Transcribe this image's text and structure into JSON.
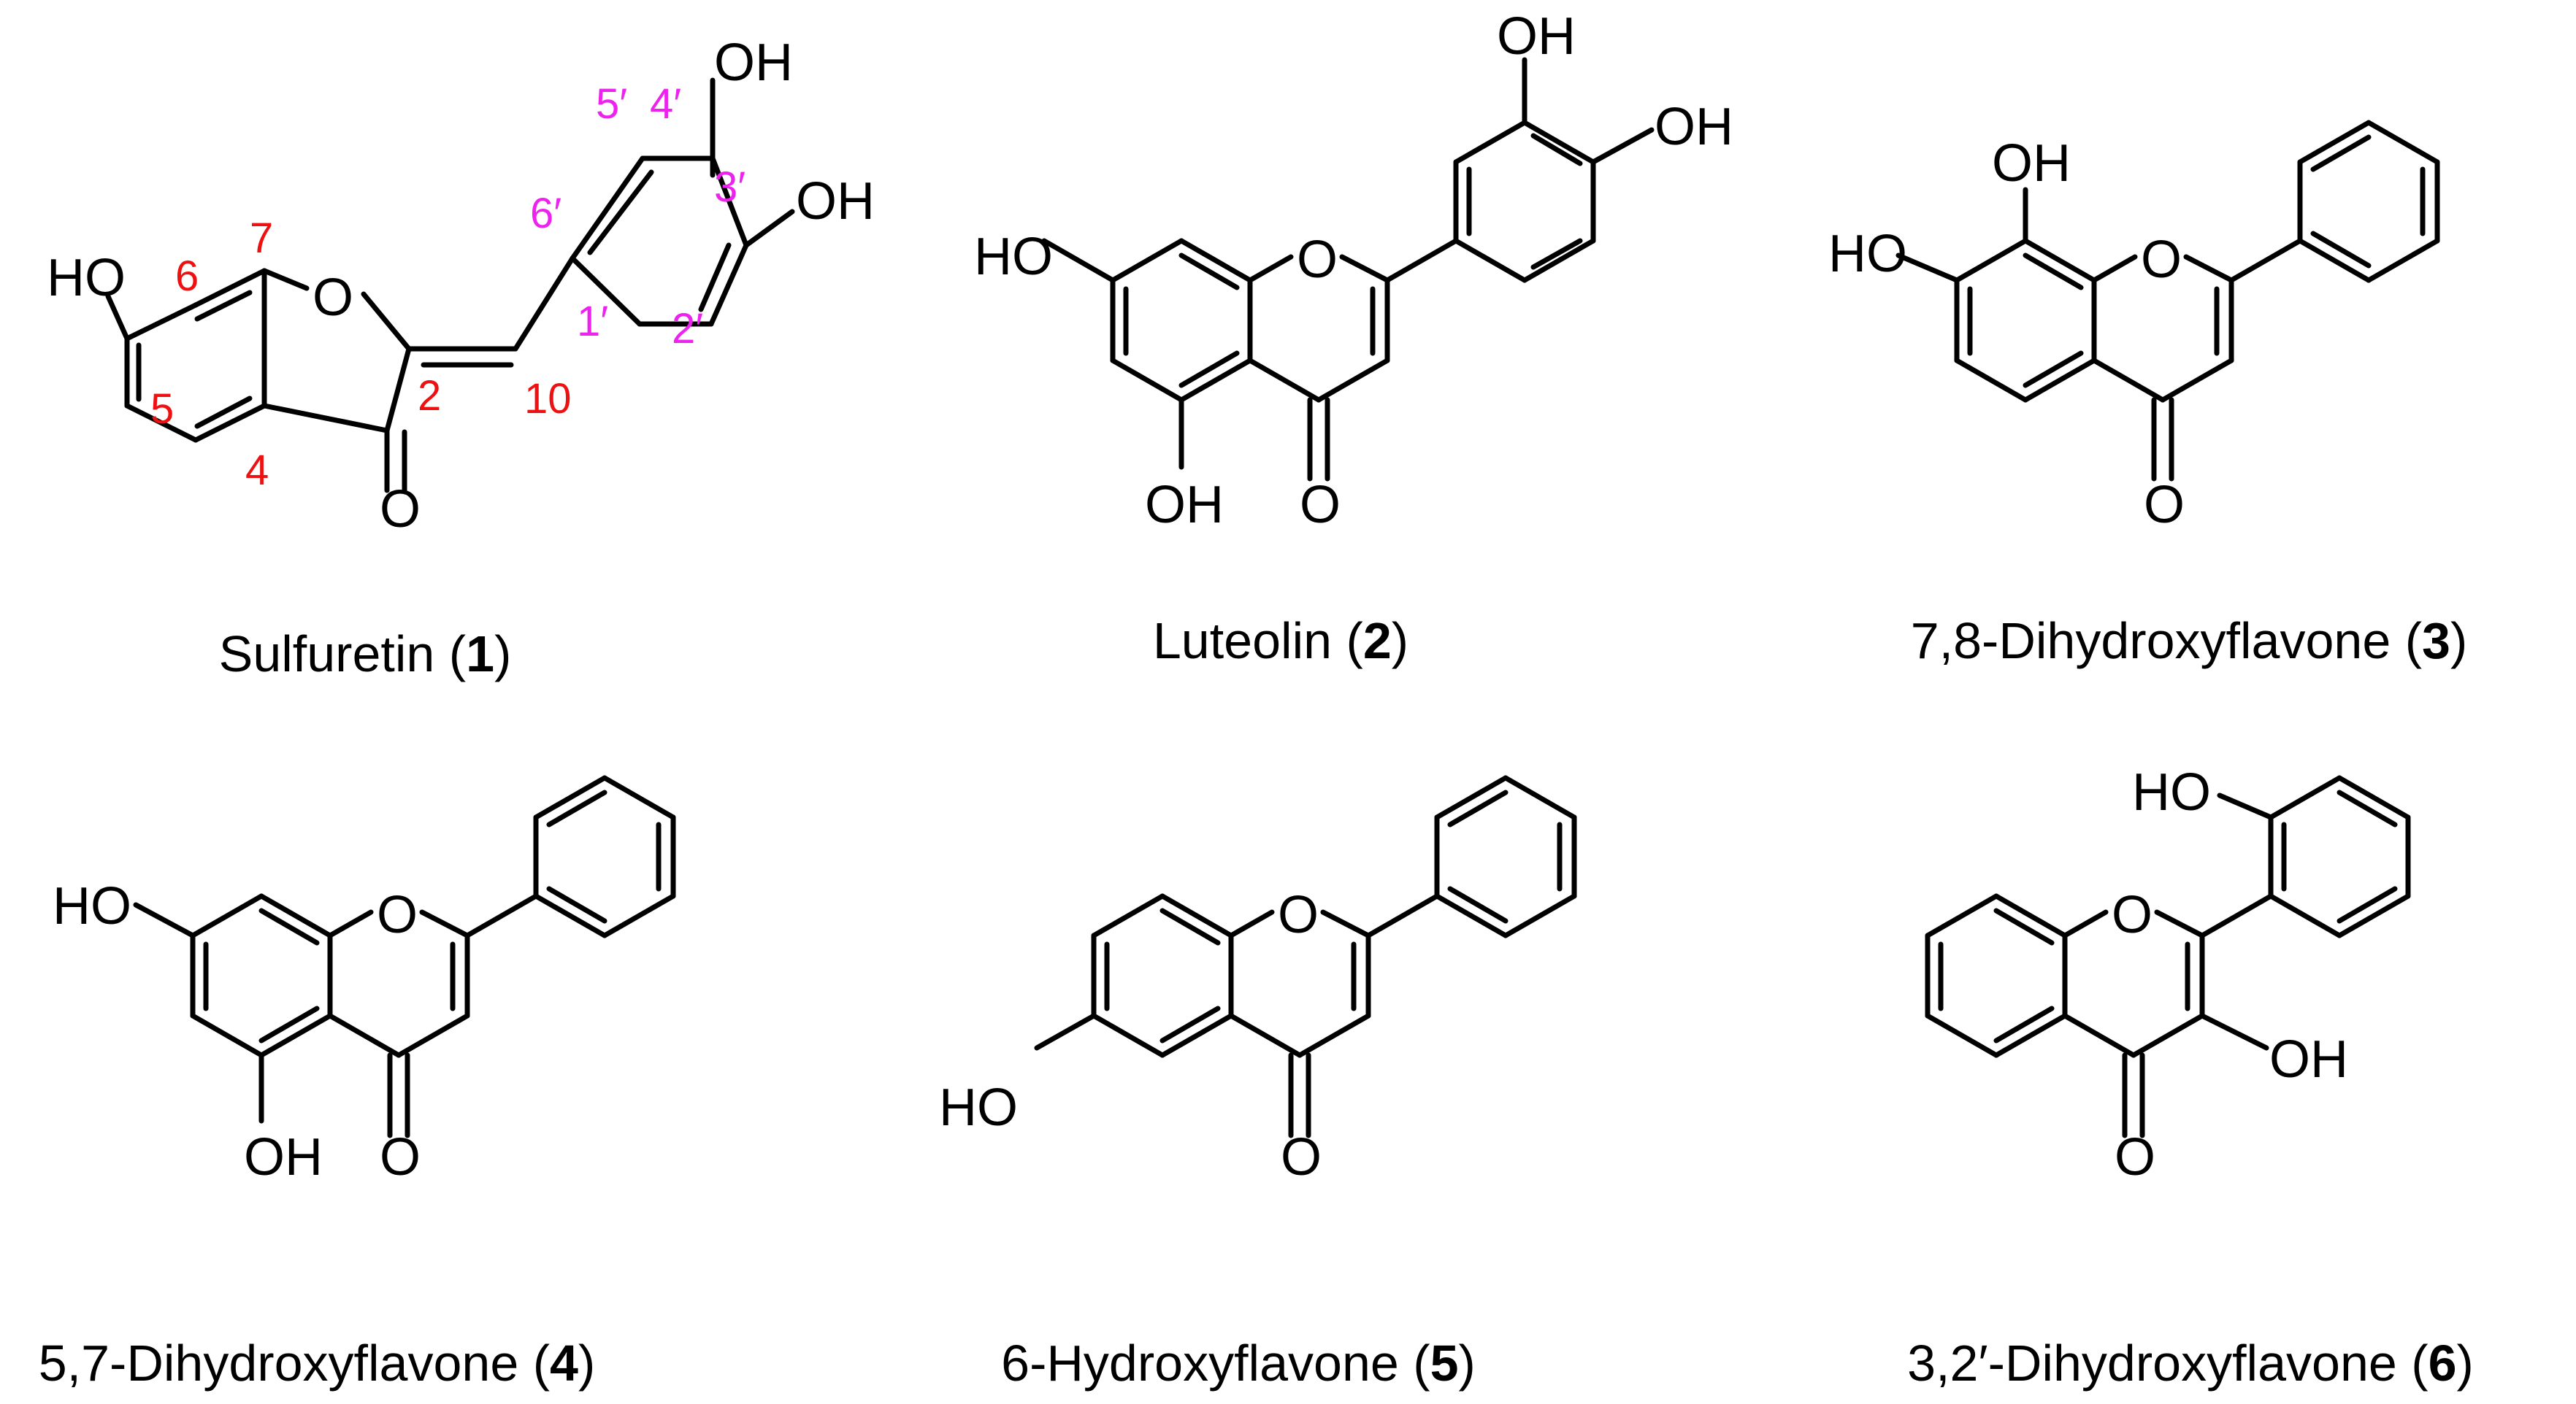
{
  "compounds": [
    {
      "name": "Sulfuretin",
      "number": "1"
    },
    {
      "name": "Luteolin",
      "number": "2"
    },
    {
      "name": "7,8-Dihydroxyflavone",
      "number": "3"
    },
    {
      "name": "5,7-Dihydroxyflavone",
      "number": "4"
    },
    {
      "name": "6-Hydroxyflavone",
      "number": "5"
    },
    {
      "name": "3,2′-Dihydroxyflavone",
      "number": "6"
    }
  ],
  "atoms": {
    "oh": "OH",
    "ho": "HO",
    "o": "O"
  },
  "numbering": {
    "red": [
      "6",
      "7",
      "5",
      "4",
      "2",
      "10"
    ],
    "magenta": [
      "5′",
      "4′",
      "3′",
      "6′",
      "2′",
      "1′"
    ]
  },
  "colors": {
    "bond": "#000000",
    "core_numbering": "#ee1111",
    "ring_b_numbering": "#ee22ee"
  }
}
